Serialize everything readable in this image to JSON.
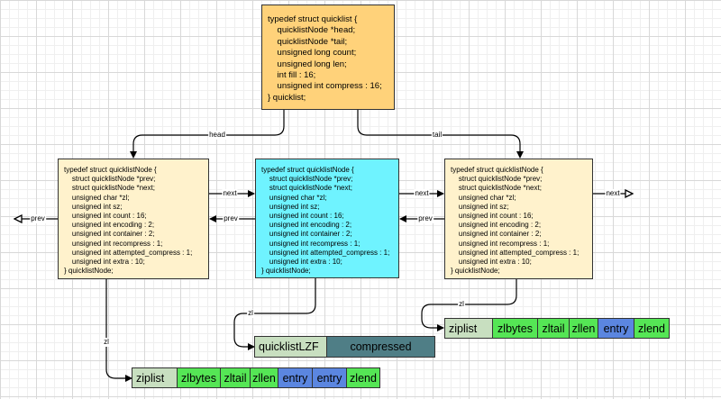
{
  "quicklist": {
    "code": "typedef struct quicklist {\n    quicklistNode *head;\n    quicklistNode *tail;\n    unsigned long count;\n    unsigned long len;\n    int fill : 16;\n    unsigned int compress : 16;\n} quicklist;"
  },
  "node": {
    "code": "typedef struct quicklistNode {\n    struct quicklistNode *prev;\n    struct quicklistNode *next;\n    unsigned char *zl;\n    unsigned int sz;\n    unsigned int count : 16;\n    unsigned int encoding : 2;\n    unsigned int container : 2;\n    unsigned int recompress : 1;\n    unsigned int attempted_compress : 1;\n    unsigned int extra : 10;\n} quicklistNode;"
  },
  "edge_labels": {
    "head": "head",
    "tail": "tail",
    "next": "next",
    "prev": "prev",
    "zl": "zl"
  },
  "ziplist_bottom": [
    "ziplist",
    "zlbytes",
    "zltail",
    "zllen",
    "entry",
    "entry",
    "zlend"
  ],
  "ziplist_right": [
    "ziplist",
    "zlbytes",
    "zltail",
    "zllen",
    "entry",
    "zlend"
  ],
  "lzf": [
    "quicklistLZF",
    "compressed"
  ],
  "colors": {
    "quicklist_fill": "#ffd27a",
    "node_fill": "#fff2cc",
    "node_middle_fill": "#6ff3ff",
    "ziplist_header": "#c8dfc0",
    "ziplist_field": "#55e655",
    "ziplist_entry": "#5b86e0",
    "lzf_header": "#c8dfc0",
    "lzf_body": "#4f7e86"
  }
}
